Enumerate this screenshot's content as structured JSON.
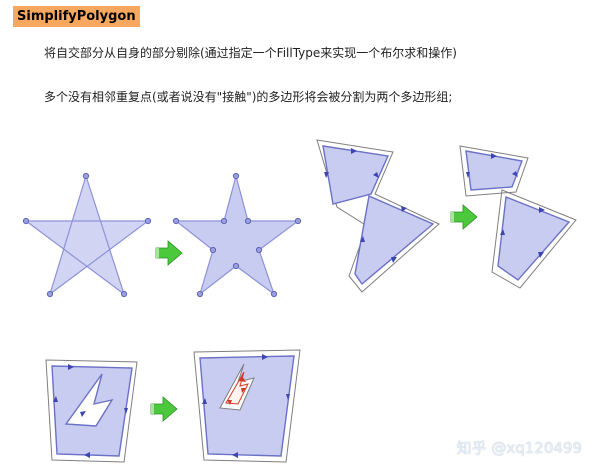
{
  "title": "SimplifyPolygon",
  "description": {
    "line1": "将自交部分从自身的部分剔除(通过指定一个FillType来实现一个布尔求和操作)",
    "line2": "多个没有相邻重复点(或者说没有\"接触\")的多边形将会被分割为两个多边形组;"
  },
  "watermark": "知乎 @xq120499",
  "colors": {
    "fill": "#c9ccf1",
    "stroke": "#8d92d8",
    "outline": "#7f7f7f",
    "arrow_green": "#4bc83c",
    "arrow_red": "#d23a2a",
    "badge": "#f7a85e"
  },
  "icons": {
    "transform_arrow": "green-right-arrow-icon",
    "vertex": "vertex-dot-icon"
  }
}
